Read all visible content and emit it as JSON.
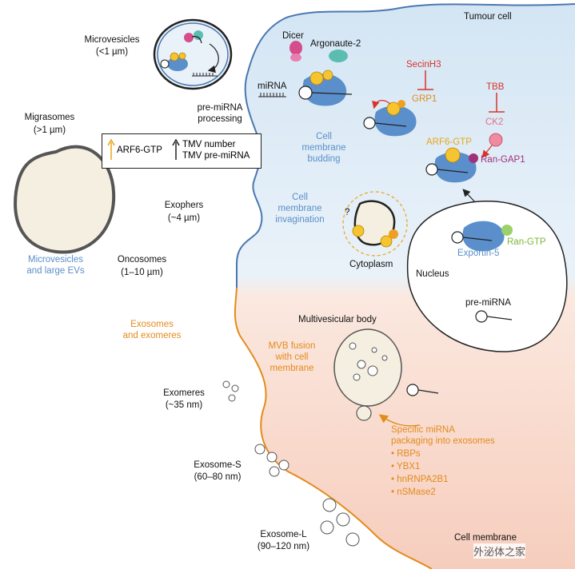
{
  "labels": {
    "tumour_cell": "Tumour cell",
    "microvesicles": "Microvesicles",
    "microvesicles_size": "(<1 µm)",
    "pre_mirna_processing_1": "pre-miRNA",
    "pre_mirna_processing_2": "processing",
    "migrasomes": "Migrasomes",
    "migrasomes_size": "(>1 µm)",
    "legend_arf6": "ARF6-GTP",
    "legend_tmv_number": "TMV number",
    "legend_tmv_premirna": "TMV pre-miRNA",
    "mv_large_evs_1": "Microvesicles",
    "mv_large_evs_2": "and large EVs",
    "exophers": "Exophers",
    "exophers_size": "(~4 µm)",
    "oncosomes": "Oncosomes",
    "oncosomes_size": "(1–10 µm)",
    "exosomes_exomeres_1": "Exosomes",
    "exosomes_exomeres_2": "and exomeres",
    "exomeres": "Exomeres",
    "exomeres_size": "(~35 nm)",
    "exosome_s": "Exosome-S",
    "exosome_s_size": "(60–80 nm)",
    "exosome_l": "Exosome-L",
    "exosome_l_size": "(90–120 nm)",
    "dicer": "Dicer",
    "argonaute": "Argonaute-2",
    "mirna": "miRNA",
    "secinh3": "SecinH3",
    "grp1": "GRP1",
    "tbb": "TBB",
    "ck2": "CK2",
    "cell_membrane_budding_1": "Cell",
    "cell_membrane_budding_2": "membrane",
    "cell_membrane_budding_3": "budding",
    "arf6_gtp": "ARF6-GTP",
    "ran_gap1": "Ran-GAP1",
    "cell_membrane_invagination_1": "Cell",
    "cell_membrane_invagination_2": "membrane",
    "cell_membrane_invagination_3": "invagination",
    "question": "?",
    "cytoplasm": "Cytoplasm",
    "ran_gtp": "Ran-GTP",
    "exportin5": "Exportin-5",
    "nucleus": "Nucleus",
    "pre_mirna": "pre-miRNA",
    "multivesicular_body": "Multivesicular body",
    "mvb_fusion_1": "MVB fusion",
    "mvb_fusion_2": "with cell",
    "mvb_fusion_3": "membrane",
    "specific_1": "Specific miRNA",
    "specific_2": "packaging into exosomes",
    "rbps": "• RBPs",
    "ybx1": "• YBX1",
    "hnrnpa2b1": "• hnRNPA2B1",
    "nsmase2": "• nSMase2",
    "cell_membrane": "Cell membrane",
    "watermark": "外泌体之家"
  },
  "colors": {
    "membrane_blue": "#4a78b0",
    "membrane_orange": "#e38b1c",
    "cell_top": "#d7e8f5",
    "cell_bottom": "#f8d7c8",
    "protein_blue": "#5b8fcb",
    "yellow": "#f6c431",
    "orange_ball": "#f0a020",
    "dicer_pink": "#d64d8c",
    "ago_teal": "#5bbcb0",
    "ck2_pink": "#f08aa0",
    "rangap_purple": "#a0307a",
    "rangtp_green": "#9bd16a",
    "vesicle_fill": "#f4efe0"
  },
  "icons": [
    "arrow-up-icon",
    "arrow-up-thin-icon",
    "inhibition-bar-icon",
    "circular-arrow-icon"
  ]
}
